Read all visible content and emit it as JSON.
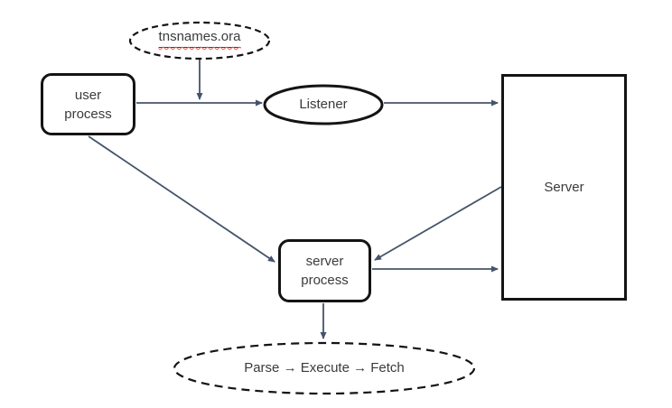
{
  "diagram": {
    "title": "client-server connection flow diagram",
    "colors": {
      "background": "#FFFFFF",
      "connector": "#44546A",
      "shape_border": "#141414",
      "text": "#3B3B3B",
      "spellcheck_squiggle": "#E4584C"
    },
    "nodes": {
      "tnsnames": {
        "label": "tnsnames.ora",
        "shape": "dashed-ellipse"
      },
      "user_process": {
        "label": "user\nprocess",
        "shape": "rounded-rectangle"
      },
      "listener": {
        "label": "Listener",
        "shape": "ellipse"
      },
      "server": {
        "label": "Server",
        "shape": "rectangle"
      },
      "server_process": {
        "label": "server\nprocess",
        "shape": "rounded-rectangle"
      },
      "pipeline": {
        "label": "Parse → Execute → Fetch",
        "shape": "dashed-ellipse"
      }
    },
    "edges": [
      {
        "from": "tnsnames",
        "to": "user_process-listener connector",
        "style": "arrow"
      },
      {
        "from": "user_process",
        "to": "listener",
        "style": "arrow"
      },
      {
        "from": "listener",
        "to": "server",
        "style": "arrow"
      },
      {
        "from": "user_process",
        "to": "server_process",
        "style": "arrow"
      },
      {
        "from": "server",
        "to": "server_process",
        "style": "arrow"
      },
      {
        "from": "server_process",
        "to": "server",
        "style": "arrow"
      },
      {
        "from": "server_process",
        "to": "pipeline",
        "style": "arrow"
      }
    ]
  }
}
